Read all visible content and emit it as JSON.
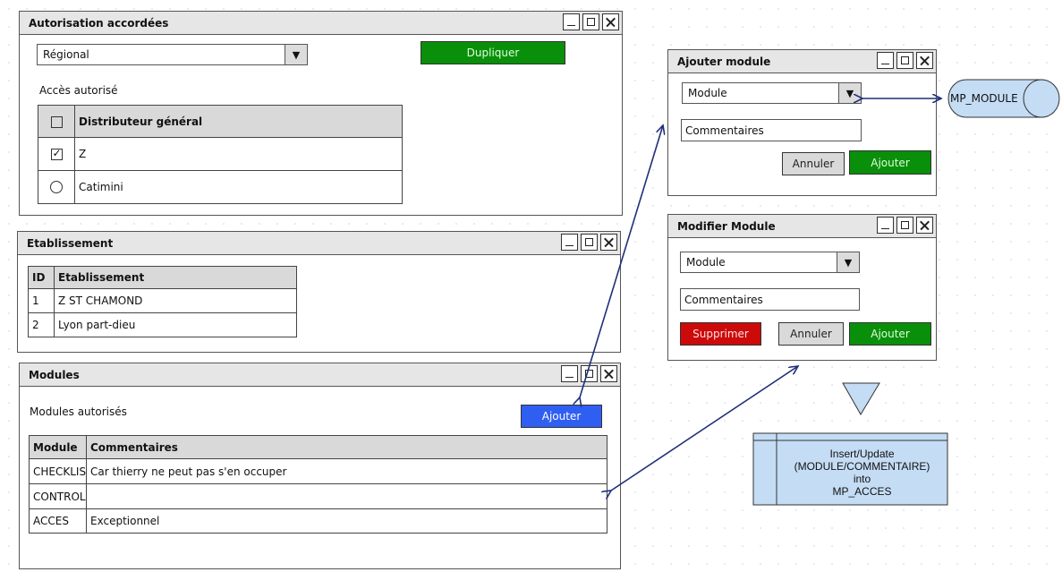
{
  "autorisation": {
    "title": "Autorisation accordées",
    "select_value": "Régional",
    "duplicate_label": "Dupliquer",
    "access_label": "Accès autorisé",
    "table_header": "Distributeur général",
    "rows": [
      {
        "name": "Z",
        "state": "checked"
      },
      {
        "name": "Catimini",
        "state": "radio"
      }
    ]
  },
  "etablissement": {
    "title": "Etablissement",
    "columns": [
      "ID",
      "Etablissement"
    ],
    "rows": [
      {
        "id": "1",
        "name": "Z ST CHAMOND"
      },
      {
        "id": "2",
        "name": "Lyon part-dieu"
      }
    ]
  },
  "modules": {
    "title": "Modules",
    "label": "Modules autorisés",
    "add_label": "Ajouter",
    "columns": [
      "Module",
      "Commentaires"
    ],
    "rows": [
      {
        "module": "CHECKLIS",
        "comment": "Car thierry ne peut pas s'en occuper"
      },
      {
        "module": "CONTROL",
        "comment": ""
      },
      {
        "module": "ACCES",
        "comment": "Exceptionnel"
      }
    ]
  },
  "ajouter_module": {
    "title": "Ajouter module",
    "module_value": "Module",
    "comment_value": "Commentaires",
    "cancel_label": "Annuler",
    "add_label": "Ajouter"
  },
  "modifier_module": {
    "title": "Modifier Module",
    "module_value": "Module",
    "comment_value": "Commentaires",
    "delete_label": "Supprimer",
    "cancel_label": "Annuler",
    "add_label": "Ajouter"
  },
  "database": {
    "label": "MP_MODULE"
  },
  "process": {
    "line1": "Insert/Update",
    "line2": "(MODULE/COMMENTAIRE)",
    "line3": "into",
    "line4": "MP_ACCES"
  },
  "colors": {
    "green": "#0a8f0a",
    "blue": "#2f5ff2",
    "red": "#cc0a0a",
    "arrow": "#1f2f7a",
    "db_fill": "#c4dcf4"
  }
}
